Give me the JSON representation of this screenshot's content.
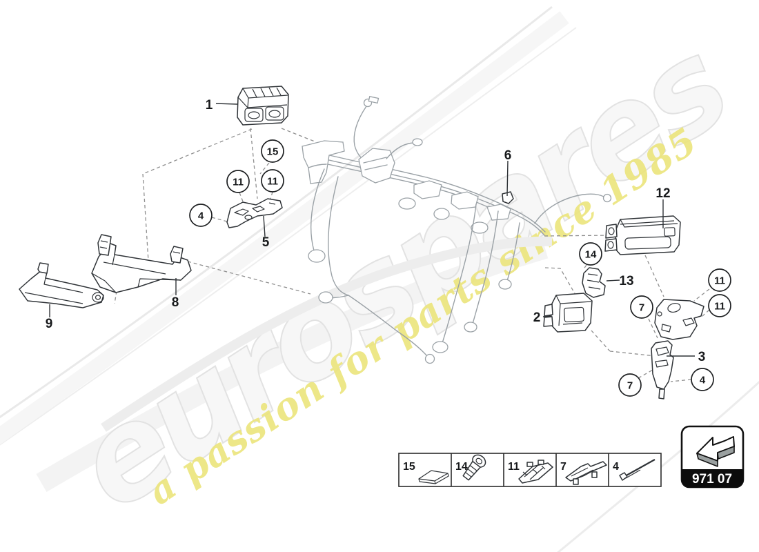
{
  "watermark": {
    "brand": "eurospares",
    "tagline": "a passion for parts since 1985",
    "brand_color": "#f0f0f0",
    "tagline_color": "#ece57e"
  },
  "parts": {
    "p1": "1",
    "p2": "2",
    "p3": "3",
    "p5": "5",
    "p6": "6",
    "p8": "8",
    "p9": "9",
    "p12": "12",
    "p13": "13"
  },
  "callouts": {
    "c4": "4",
    "c7": "7",
    "c11": "11",
    "c14": "14",
    "c15": "15"
  },
  "legend": {
    "items": [
      {
        "number": "15",
        "icon": "insulation-pad-icon"
      },
      {
        "number": "14",
        "icon": "screw-icon"
      },
      {
        "number": "11",
        "icon": "clip-module-icon"
      },
      {
        "number": "7",
        "icon": "bracket-rail-icon"
      },
      {
        "number": "4",
        "icon": "rivet-pin-icon"
      }
    ]
  },
  "part_code_badge": {
    "code": "971 07"
  },
  "colors": {
    "line_dark": "#2f3337",
    "line_gray": "#9aa1a6",
    "dash_gray": "#8f8f8f",
    "badge_band": "#0c0c0c"
  }
}
